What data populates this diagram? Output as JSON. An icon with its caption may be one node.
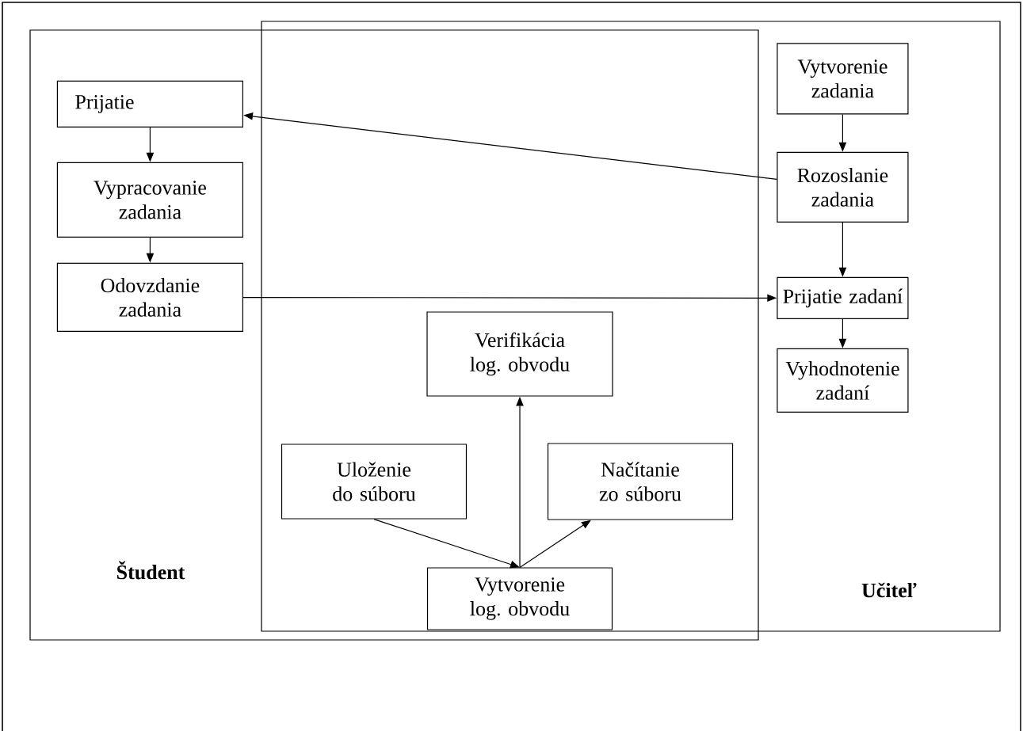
{
  "diagram": {
    "nodes": [
      {
        "text": [
          "Študent"
        ]
      },
      {
        "text": [
          "Prijatie"
        ],
        "in": 0
      },
      {
        "text": [
          "Vypracovanie zadania"
        ],
        "in": 0
      },
      {
        "text": [
          "Odovzdanie zadania"
        ],
        "in": 0
      },
      {
        "text": [
          "Učiteľ"
        ]
      },
      {
        "text": [
          "Vytvorenie zadania"
        ],
        "in": 4
      },
      {
        "text": [
          "Rozoslanie zadania"
        ],
        "in": 4
      },
      {
        "text": [
          "Prijatie zadaní"
        ],
        "in": 4
      },
      {
        "text": [
          "Vyhodnotenie zadaní"
        ],
        "in": 4
      },
      {
        "text": [
          "Verifikácia log. obvodu"
        ]
      },
      {
        "text": [
          "Uloženie do súboru"
        ]
      },
      {
        "text": [
          "Načítanie zo súboru"
        ]
      },
      {
        "text": [
          "Vytvorenie log. obvodu"
        ]
      }
    ],
    "edges": [
      {
        "from": 1,
        "to": 2,
        "arrow": "to"
      },
      {
        "from": 2,
        "to": 3,
        "arrow": "to"
      },
      {
        "from": 5,
        "to": 6,
        "arrow": "to"
      },
      {
        "from": 6,
        "to": 1,
        "arrow": "to"
      },
      {
        "from": 6,
        "to": 7,
        "arrow": "to"
      },
      {
        "from": 3,
        "to": 7,
        "arrow": "to"
      },
      {
        "from": 7,
        "to": 8,
        "arrow": "to"
      },
      {
        "from": 10,
        "to": 12,
        "arrow": "to"
      },
      {
        "from": 12,
        "to": 9,
        "arrow": "to"
      },
      {
        "from": 12,
        "to": 11,
        "arrow": "to"
      }
    ]
  }
}
